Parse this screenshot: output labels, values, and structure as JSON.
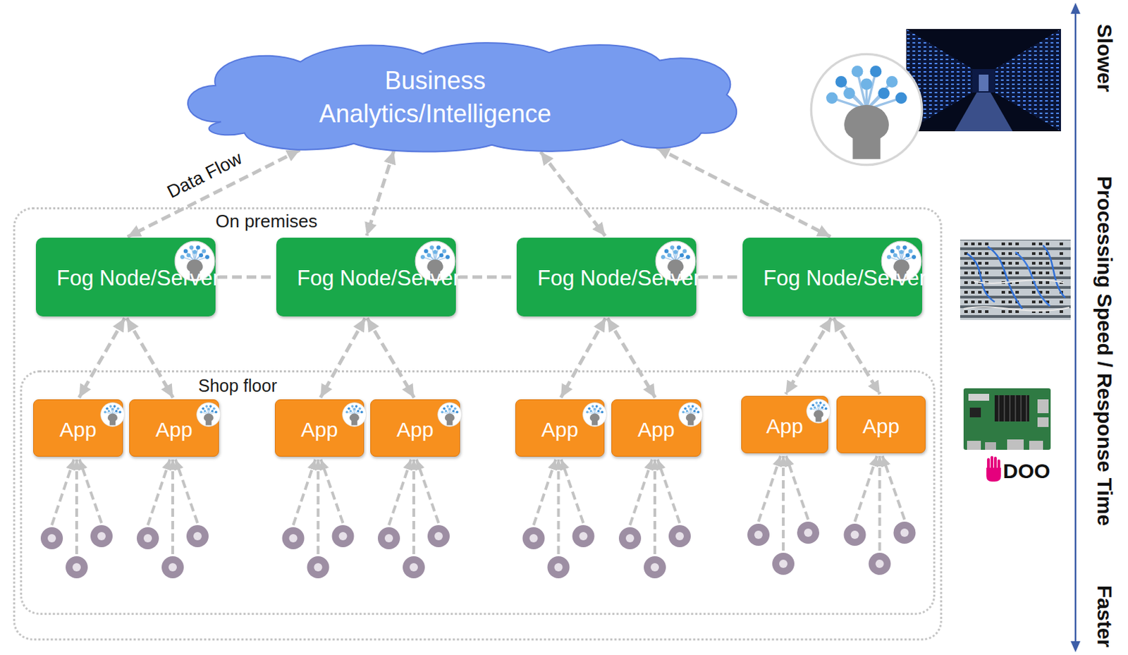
{
  "diagram": {
    "nodes": [
      {
        "text": [
          "Business Analytics/Intelligence"
        ]
      },
      {
        "text": [
          "On premises"
        ]
      },
      {
        "text": [
          "Fog Node/Server"
        ],
        "in": 1
      },
      {
        "text": [
          "Fog Node/Server"
        ],
        "in": 1
      },
      {
        "text": [
          "Fog Node/Server"
        ],
        "in": 1
      },
      {
        "text": [
          "Fog Node/Server"
        ],
        "in": 1
      },
      {
        "text": [
          "Shop floor"
        ],
        "in": 1
      },
      {
        "text": [
          "App"
        ],
        "in": 6
      },
      {
        "text": [
          "App"
        ],
        "in": 6
      },
      {
        "text": [
          "App"
        ],
        "in": 6
      },
      {
        "text": [
          "App"
        ],
        "in": 6
      },
      {
        "text": [
          "App"
        ],
        "in": 6
      },
      {
        "text": [
          "App"
        ],
        "in": 6
      },
      {
        "text": [
          "App"
        ],
        "in": 6
      },
      {
        "text": [
          "App"
        ],
        "in": 6
      }
    ],
    "edges": [
      {
        "from": 0,
        "to": 2,
        "arrow": "both",
        "label": "Data Flow"
      },
      {
        "from": 0,
        "to": 3,
        "arrow": "both"
      },
      {
        "from": 0,
        "to": 4,
        "arrow": "both"
      },
      {
        "from": 0,
        "to": 5,
        "arrow": "both"
      },
      {
        "from": 2,
        "to": 3,
        "arrow": "none"
      },
      {
        "from": 3,
        "to": 4,
        "arrow": "none"
      },
      {
        "from": 4,
        "to": 5,
        "arrow": "none"
      },
      {
        "from": 2,
        "to": 7,
        "arrow": "both"
      },
      {
        "from": 2,
        "to": 8,
        "arrow": "both"
      },
      {
        "from": 3,
        "to": 9,
        "arrow": "both"
      },
      {
        "from": 3,
        "to": 10,
        "arrow": "both"
      },
      {
        "from": 4,
        "to": 11,
        "arrow": "both"
      },
      {
        "from": 4,
        "to": 12,
        "arrow": "both"
      },
      {
        "from": 5,
        "to": 13,
        "arrow": "both"
      },
      {
        "from": 5,
        "to": 14,
        "arrow": "both"
      }
    ],
    "labels": [
      "Slower",
      "Processing Speed / Response Time",
      "Faster",
      "DOO"
    ]
  }
}
